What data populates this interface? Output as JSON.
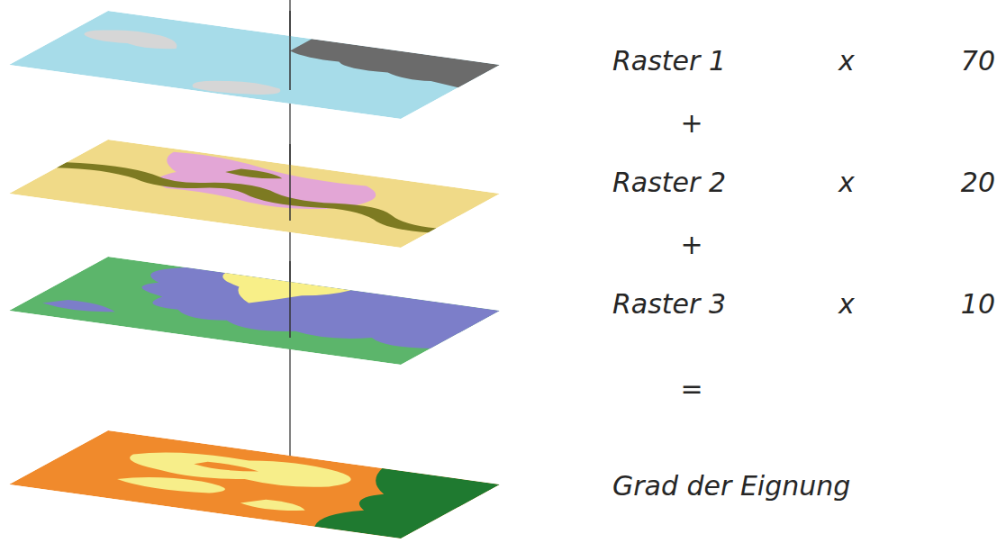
{
  "diagram": {
    "labels": [
      "Raster 1",
      "x",
      "70",
      "+",
      "Raster 2",
      "x",
      "20",
      "+",
      "Raster 3",
      "x",
      "10",
      "=",
      "Grad der Eignung"
    ]
  }
}
